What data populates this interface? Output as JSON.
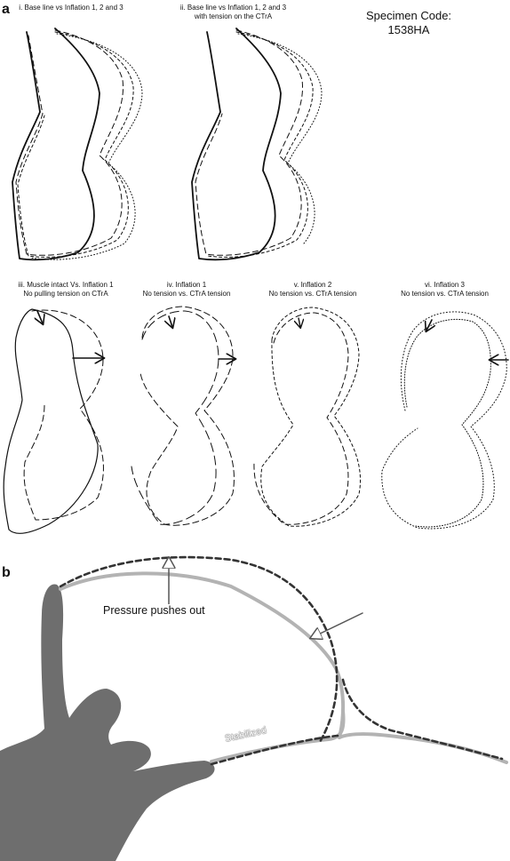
{
  "panel_a": {
    "letter": "a",
    "specimen": {
      "line1": "Specimen Code:",
      "line2": "1538HA"
    },
    "captions": [
      {
        "lines": [
          "i. Base line vs Inflation 1, 2 and 3"
        ]
      },
      {
        "lines": [
          "ii. Base line vs Inflation 1, 2 and 3",
          "with tension on the CTrA"
        ]
      },
      {
        "lines": [
          "iii. Muscle intact Vs. Inflation 1",
          "No pulling tension on CTrA"
        ]
      },
      {
        "lines": [
          "iv. Inflation 1",
          "No tension vs. CTrA tension"
        ]
      },
      {
        "lines": [
          "v. Inflation 2",
          "No tension vs. CTrA tension"
        ]
      },
      {
        "lines": [
          "vi. Inflation 3",
          "No tension vs. CTrA tension"
        ]
      }
    ]
  },
  "panel_b": {
    "letter": "b",
    "annotations": {
      "pressure": "Pressure pushes out",
      "stabilized": "Stabilized"
    }
  },
  "colors": {
    "silhouette": "#6e6e6e",
    "outline": "#111111",
    "gray_line": "#b3b3b3"
  }
}
